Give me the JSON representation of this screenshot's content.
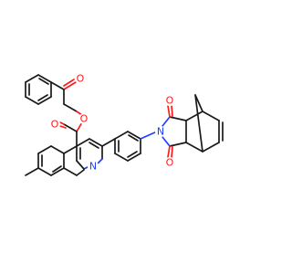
{
  "colors": {
    "bond": "#1a1a1a",
    "oxygen": "#ff1a1a",
    "nitrogen": "#1f3fff",
    "background": "#ffffff"
  },
  "atom_labels": {
    "ketone_o": "O",
    "ester_o": "O",
    "ester_carbonyl_o": "O",
    "quinoline_n": "N",
    "imide_n": "N",
    "imide_o_top": "O",
    "imide_o_bottom": "O"
  }
}
